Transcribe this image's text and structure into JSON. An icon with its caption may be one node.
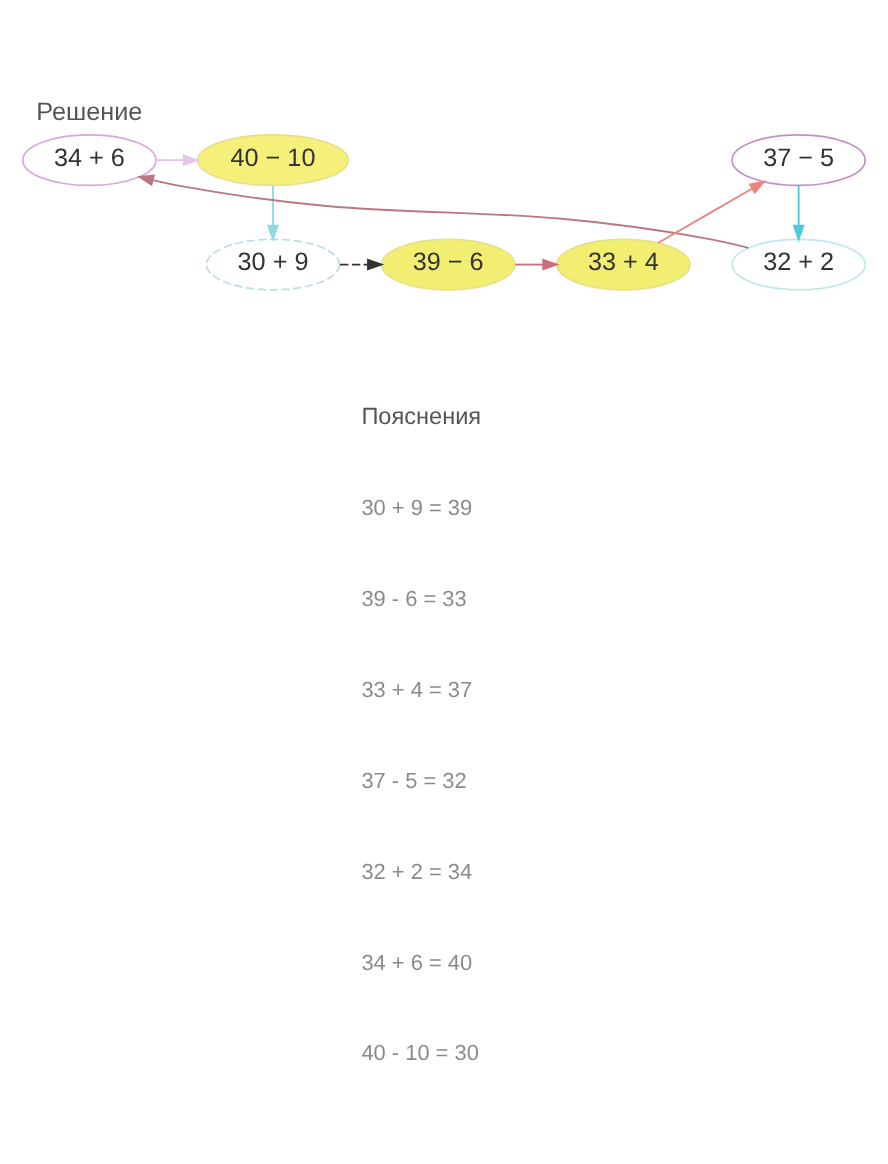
{
  "diagram": {
    "title": "Решение",
    "nodes": [
      {
        "text": [
          "34 + 6"
        ]
      },
      {
        "text": [
          "40 − 10"
        ]
      },
      {
        "text": [
          "37 − 5"
        ]
      },
      {
        "text": [
          "30 + 9"
        ]
      },
      {
        "text": [
          "39 − 6"
        ]
      },
      {
        "text": [
          "32 + 2"
        ]
      },
      {
        "text": [
          "33 + 4"
        ]
      }
    ],
    "edges": [
      {
        "from": 0,
        "to": 1,
        "arrow": "to",
        "color": "#e8c4ec"
      },
      {
        "from": 1,
        "to": 3,
        "arrow": "to",
        "color": "#8fdce0"
      },
      {
        "from": 3,
        "to": 4,
        "arrow": "to",
        "style": "dashed",
        "color": "#333333"
      },
      {
        "from": 4,
        "to": 6,
        "arrow": "to",
        "color": "#c8707c"
      },
      {
        "from": 6,
        "to": 2,
        "arrow": "to",
        "color": "#e8887c"
      },
      {
        "from": 2,
        "to": 5,
        "arrow": "to",
        "color": "#4ccbe0"
      },
      {
        "from": 5,
        "to": 0,
        "arrow": "to",
        "color": "#b87884"
      }
    ],
    "labels": [
      "Пояснения",
      "30 + 9 = 39",
      "39 - 6 = 33",
      "33 + 4 = 37",
      "37 - 5 = 32",
      "32 + 2 = 34",
      "34 + 6 = 40",
      "40 - 10 = 30"
    ]
  }
}
